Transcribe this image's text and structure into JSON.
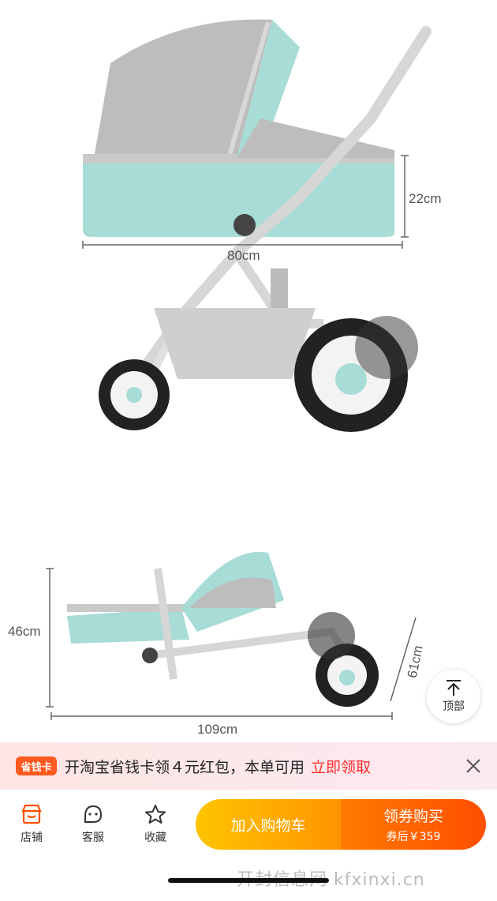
{
  "product_image": {
    "dimensions": {
      "height_top": "22cm",
      "width_top": "80cm",
      "height_folded": "46cm",
      "depth_folded": "61cm",
      "width_folded": "109cm"
    }
  },
  "back_to_top": {
    "label": "顶部"
  },
  "promo": {
    "badge": "省钱卡",
    "text": "开淘宝省钱卡领４元红包，本单可用",
    "link": "立即领取"
  },
  "bottom_bar": {
    "tabs": [
      {
        "label": "店铺",
        "icon": "store-icon"
      },
      {
        "label": "客服",
        "icon": "customer-service-icon"
      },
      {
        "label": "收藏",
        "icon": "star-icon"
      }
    ],
    "cart_label": "加入购物车",
    "buy_label": "领券购买",
    "buy_price": "券后￥359"
  },
  "watermark": "开封信息网 kfxinxi.cn",
  "colors": {
    "accent": "#ff5000",
    "cart": "#ffb000",
    "teal": "#a8dcd6"
  }
}
